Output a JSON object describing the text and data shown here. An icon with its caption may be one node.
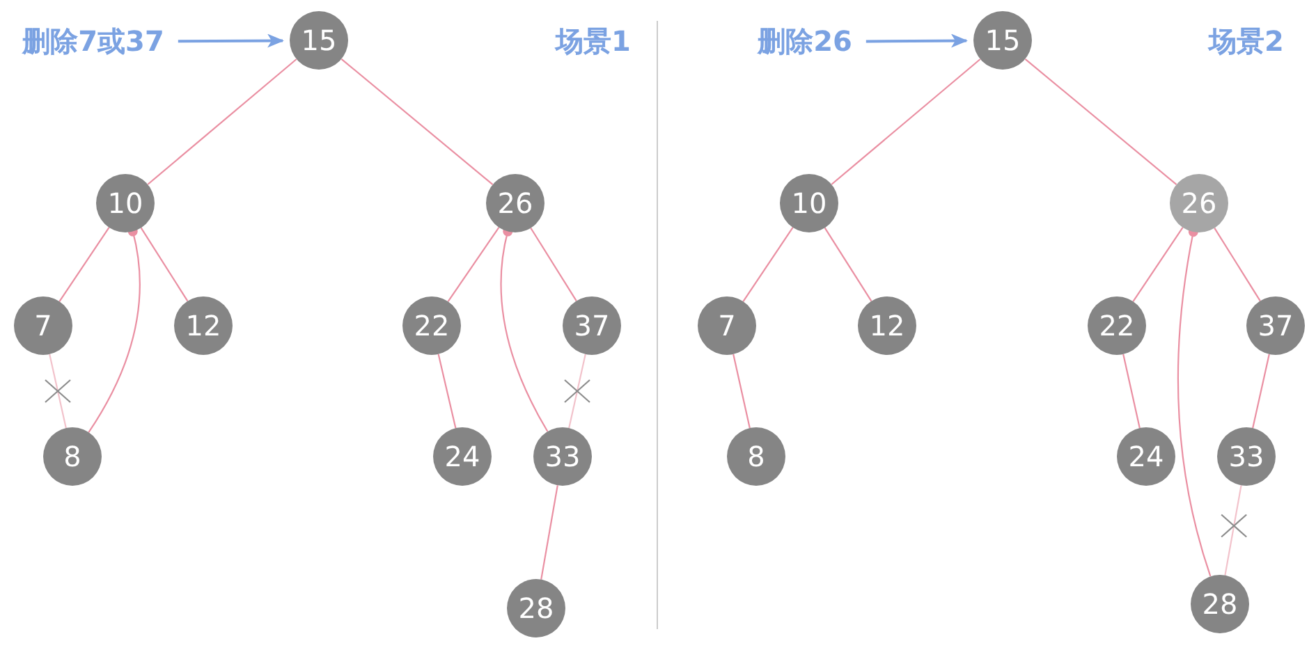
{
  "diagram": {
    "nodes": [
      {
        "text": [
          "删除7或37"
        ]
      },
      {
        "text": [
          "15"
        ]
      },
      {
        "text": [
          "10"
        ]
      },
      {
        "text": [
          "26"
        ]
      },
      {
        "text": [
          "7"
        ]
      },
      {
        "text": [
          "12"
        ]
      },
      {
        "text": [
          "22"
        ]
      },
      {
        "text": [
          "37"
        ]
      },
      {
        "text": [
          "8"
        ]
      },
      {
        "text": [
          "24"
        ]
      },
      {
        "text": [
          "33"
        ]
      },
      {
        "text": [
          "28"
        ]
      },
      {
        "text": [
          "删除26"
        ]
      },
      {
        "text": [
          "15"
        ]
      },
      {
        "text": [
          "10"
        ]
      },
      {
        "text": [
          "26"
        ]
      },
      {
        "text": [
          "7"
        ]
      },
      {
        "text": [
          "12"
        ]
      },
      {
        "text": [
          "22"
        ]
      },
      {
        "text": [
          "37"
        ]
      },
      {
        "text": [
          "8"
        ]
      },
      {
        "text": [
          "24"
        ]
      },
      {
        "text": [
          "33"
        ]
      },
      {
        "text": [
          "28"
        ]
      }
    ],
    "edges": [
      {
        "from": 0,
        "to": 1,
        "arrow": "to",
        "color": "#7ba2e2"
      },
      {
        "from": 1,
        "to": 2,
        "arrow": "none"
      },
      {
        "from": 1,
        "to": 3,
        "arrow": "none"
      },
      {
        "from": 2,
        "to": 4,
        "arrow": "none"
      },
      {
        "from": 2,
        "to": 5,
        "arrow": "none"
      },
      {
        "from": 3,
        "to": 6,
        "arrow": "none"
      },
      {
        "from": 3,
        "to": 7,
        "arrow": "none"
      },
      {
        "from": 4,
        "to": 8,
        "arrow": "none",
        "color": "#f2c2cb"
      },
      {
        "from": 6,
        "to": 9,
        "arrow": "none"
      },
      {
        "from": 7,
        "to": 10,
        "arrow": "none",
        "color": "#f2c2cb"
      },
      {
        "from": 10,
        "to": 11,
        "arrow": "none"
      },
      {
        "from": 8,
        "to": 2,
        "arrow": "other"
      },
      {
        "from": 10,
        "to": 3,
        "arrow": "other"
      },
      {
        "from": 12,
        "to": 13,
        "arrow": "to",
        "color": "#7ba2e2"
      },
      {
        "from": 13,
        "to": 14,
        "arrow": "none"
      },
      {
        "from": 13,
        "to": 15,
        "arrow": "none"
      },
      {
        "from": 14,
        "to": 16,
        "arrow": "none"
      },
      {
        "from": 14,
        "to": 17,
        "arrow": "none"
      },
      {
        "from": 15,
        "to": 18,
        "arrow": "none"
      },
      {
        "from": 15,
        "to": 19,
        "arrow": "none"
      },
      {
        "from": 16,
        "to": 20,
        "arrow": "none"
      },
      {
        "from": 18,
        "to": 21,
        "arrow": "none"
      },
      {
        "from": 19,
        "to": 22,
        "arrow": "none"
      },
      {
        "from": 22,
        "to": 23,
        "arrow": "none",
        "color": "#f2c2cb"
      },
      {
        "from": 23,
        "to": 15,
        "arrow": "other"
      }
    ],
    "labels": [
      "场景1",
      "场景2"
    ]
  }
}
